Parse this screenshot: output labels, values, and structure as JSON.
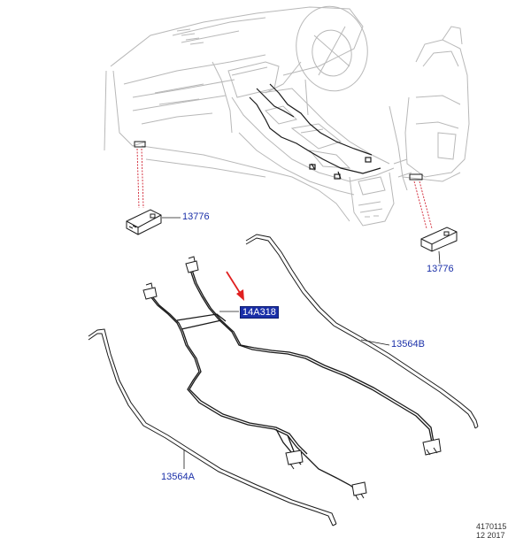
{
  "callouts": {
    "module_left": "13776",
    "module_right": "13776",
    "harness": "14A318",
    "tube_right": "13564B",
    "tube_left": "13564A"
  },
  "footer": {
    "ref_number": "4170115",
    "date_partial": "12 2017"
  },
  "colors": {
    "label": "#1a2fa8",
    "highlight_bg": "#1a2fa8",
    "pointer_arrow": "#e02020",
    "leader_line": "#d02030",
    "line_art": "#1a1a1a",
    "ghost_art": "#b8b8b8"
  }
}
